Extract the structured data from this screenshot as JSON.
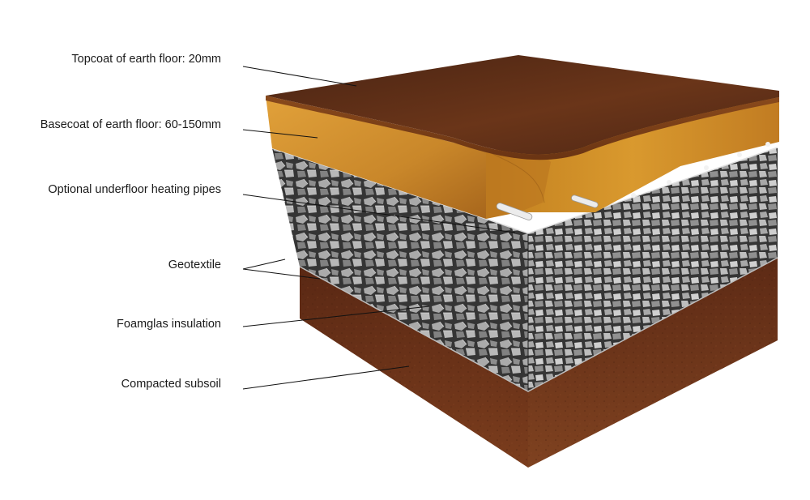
{
  "labels": {
    "topcoat": "Topcoat of earth floor: 20mm",
    "basecoat": "Basecoat of earth floor: 60-150mm",
    "heating": "Optional underfloor heating pipes",
    "geotextile": "Geotextile",
    "foamglas": "Foamglas insulation",
    "subsoil": "Compacted subsoil"
  },
  "colors": {
    "topcoat": "#5e2e18",
    "basecoat": "#d18a2a",
    "foamglas": "#8f8f8f",
    "subsoil": "#6e3518",
    "leader": "#111111"
  }
}
